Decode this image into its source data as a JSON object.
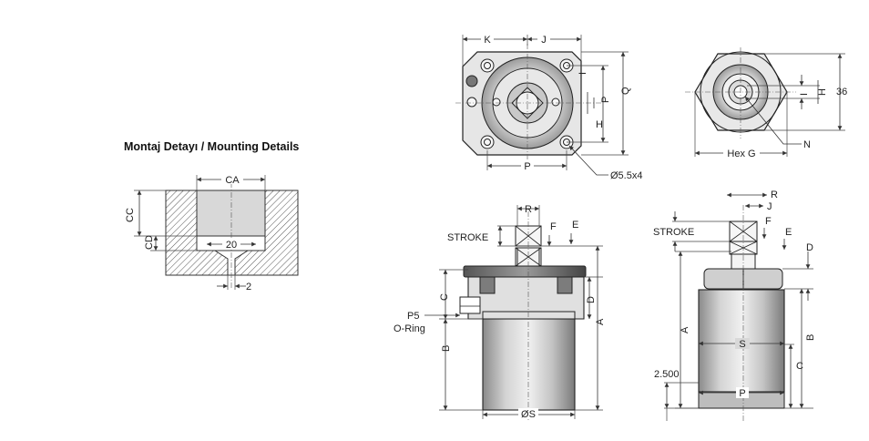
{
  "mounting": {
    "title": "Montaj Detayı / Mounting Details",
    "labels": {
      "ca": "CA",
      "cc": "CC",
      "cd": "CD",
      "twenty": "20",
      "two": "2"
    }
  },
  "top_view": {
    "k": "K",
    "j": "J",
    "i": "I",
    "p": "P",
    "q": "Q",
    "h": "H",
    "p_bottom": "P",
    "hole": "Ø5.5x4"
  },
  "end_view": {
    "i": "I",
    "h": "H",
    "dim36": "36",
    "hexg": "Hex G",
    "n": "N"
  },
  "front_view": {
    "r": "R",
    "f": "F",
    "e": "E",
    "stroke": "STROKE",
    "c": "C",
    "d": "D",
    "a": "A",
    "p5": "P5",
    "oring": "O-Ring",
    "b": "B",
    "os": "ØS"
  },
  "side_view": {
    "r": "R",
    "j": "J",
    "f": "F",
    "e": "E",
    "stroke": "STROKE",
    "d": "D",
    "a": "A",
    "s": "S",
    "b": "B",
    "c": "C",
    "p": "P",
    "dim2500": "2.500"
  }
}
